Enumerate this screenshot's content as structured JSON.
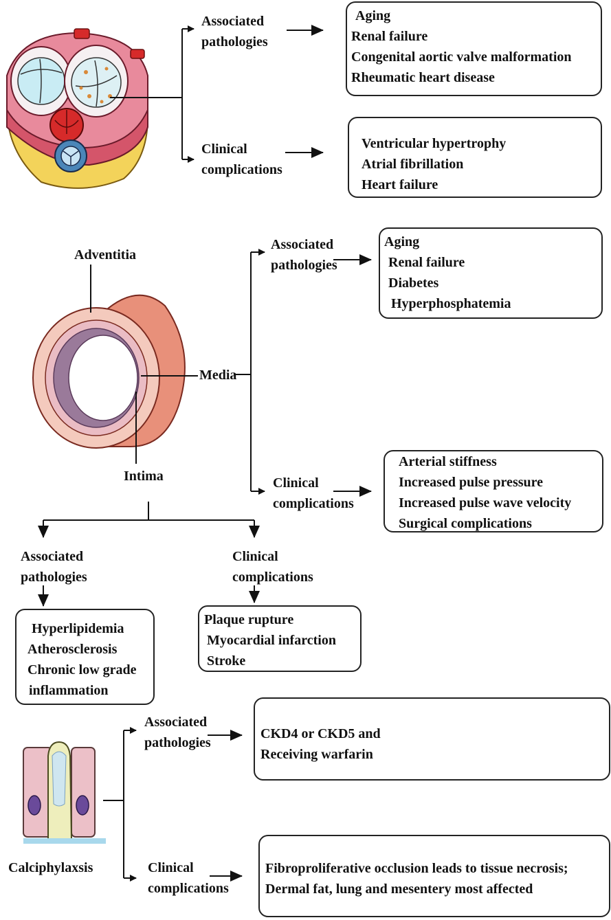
{
  "section1": {
    "associated_label": [
      "Associated",
      "pathologies"
    ],
    "associated_items": [
      "Aging",
      "Renal failure",
      "Congenital aortic valve malformation",
      "Rheumatic heart disease"
    ],
    "clinical_label": [
      "Clinical",
      "complications"
    ],
    "clinical_items": [
      "Ventricular hypertrophy",
      "Atrial fibrillation",
      "Heart failure"
    ]
  },
  "section2": {
    "adventitia": "Adventitia",
    "media": "Media",
    "intima": "Intima",
    "media_associated_label": [
      "Associated",
      "pathologies"
    ],
    "media_associated_items": [
      "Aging",
      "Renal failure",
      "Diabetes",
      "Hyperphosphatemia"
    ],
    "media_clinical_label": [
      "Clinical",
      "complications"
    ],
    "media_clinical_items": [
      "Arterial stiffness",
      "Increased pulse pressure",
      "Increased pulse wave velocity",
      "Surgical complications"
    ],
    "intima_associated_label": [
      "Associated",
      "pathologies"
    ],
    "intima_associated_items": [
      "Hyperlipidemia",
      "Atherosclerosis",
      "Chronic low grade",
      "inflammation"
    ],
    "intima_clinical_label": [
      "Clinical",
      "complications"
    ],
    "intima_clinical_items": [
      "Plaque rupture",
      "Myocardial infarction",
      "Stroke"
    ]
  },
  "section3": {
    "title": "Calciphylaxsis",
    "associated_label": [
      "Associated",
      "pathologies"
    ],
    "associated_items": [
      "CKD4 or CKD5 and",
      "Receiving warfarin"
    ],
    "clinical_label": [
      "Clinical",
      "complications"
    ],
    "clinical_items": [
      "Fibroproliferative occlusion leads to tissue necrosis;",
      "Dermal fat, lung and mesentery most affected"
    ]
  }
}
